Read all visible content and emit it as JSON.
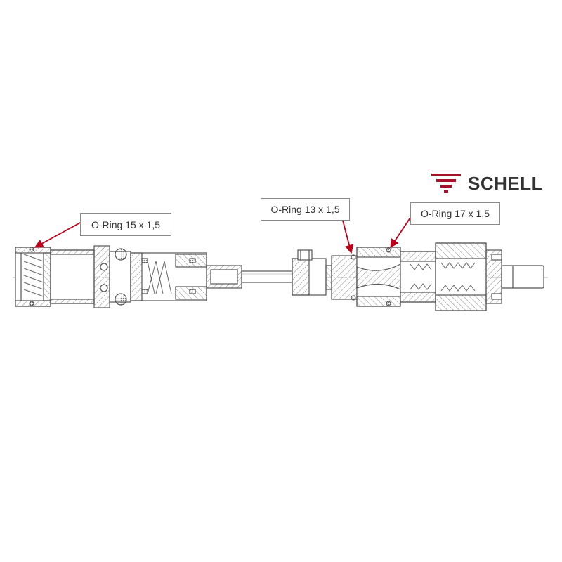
{
  "brand": {
    "name": "SCHELL",
    "accent_color": "#a4122b",
    "text_color": "#333333"
  },
  "callouts": {
    "oring_15": {
      "label": "O-Ring 15 x 1,5"
    },
    "oring_13": {
      "label": "O-Ring 13 x 1,5"
    },
    "oring_17": {
      "label": "O-Ring 17 x 1,5"
    }
  },
  "colors": {
    "line": "#555555",
    "leader": "#c0001a",
    "hatch": "#8a8a8a",
    "seal_fill": "#bdbdbd"
  }
}
